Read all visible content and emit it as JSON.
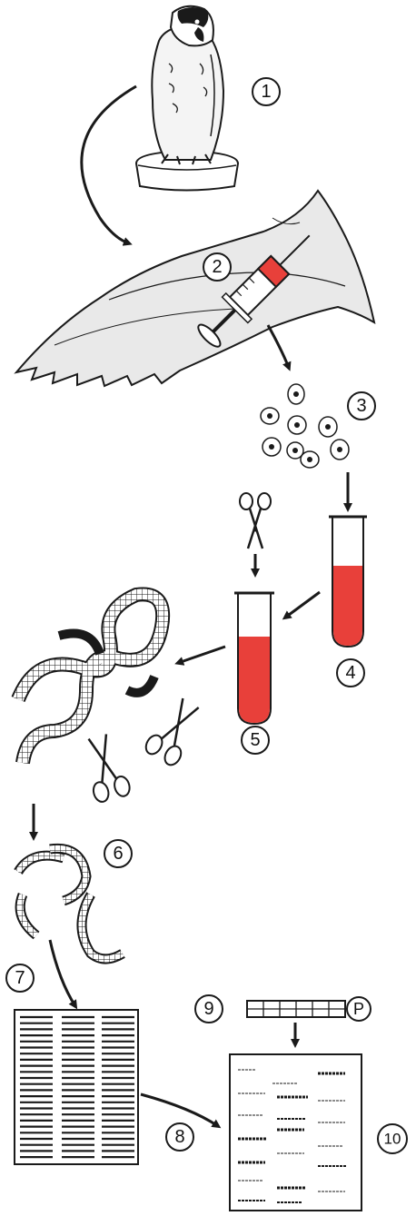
{
  "steps": [
    {
      "number": "1"
    },
    {
      "number": "2"
    },
    {
      "number": "3"
    },
    {
      "number": "4"
    },
    {
      "number": "5"
    },
    {
      "number": "6"
    },
    {
      "number": "7"
    },
    {
      "number": "8"
    },
    {
      "number": "9"
    },
    {
      "number": "10"
    }
  ],
  "probe_label": "P",
  "colors": {
    "blood": "#e8403a",
    "ink": "#1a1a1a",
    "wing": "#e9e9e9",
    "paper": "#ffffff"
  }
}
